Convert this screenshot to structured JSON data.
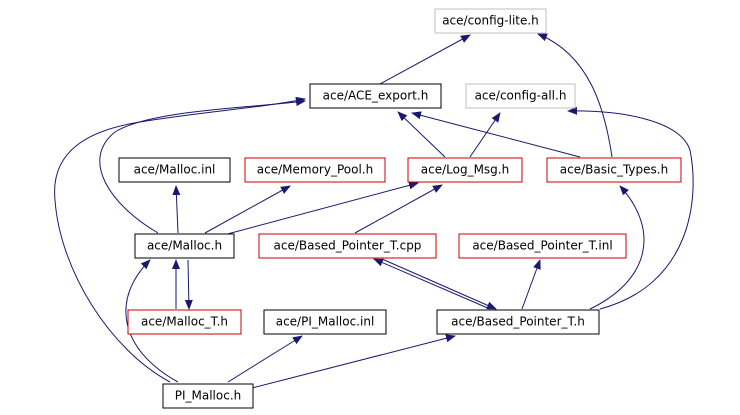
{
  "colors": {
    "edge": "#191970",
    "border_gray": "#bfbfbf",
    "border_red": "#cc0000",
    "border_black": "#000000",
    "root_fill": "#000000",
    "root_text": "#ffffff"
  },
  "nodes": {
    "config_lite": {
      "label": "ace/config-lite.h",
      "style": "gray"
    },
    "ace_export": {
      "label": "ace/ACE_export.h",
      "style": "black"
    },
    "config_all": {
      "label": "ace/config-all.h",
      "style": "gray"
    },
    "malloc_inl": {
      "label": "ace/Malloc.inl",
      "style": "black"
    },
    "memory_pool": {
      "label": "ace/Memory_Pool.h",
      "style": "red"
    },
    "log_msg": {
      "label": "ace/Log_Msg.h",
      "style": "red"
    },
    "basic_types": {
      "label": "ace/Basic_Types.h",
      "style": "red"
    },
    "malloc_h": {
      "label": "ace/Malloc.h",
      "style": "black"
    },
    "bp_cpp": {
      "label": "ace/Based_Pointer_T.cpp",
      "style": "red"
    },
    "bp_inl": {
      "label": "ace/Based_Pointer_T.inl",
      "style": "red"
    },
    "malloc_t": {
      "label": "ace/Malloc_T.h",
      "style": "red"
    },
    "pi_malloc_inl": {
      "label": "ace/PI_Malloc.inl",
      "style": "black"
    },
    "bp_h": {
      "label": "ace/Based_Pointer_T.h",
      "style": "black"
    },
    "pi_malloc": {
      "label": "PI_Malloc.h",
      "style": "root"
    }
  }
}
